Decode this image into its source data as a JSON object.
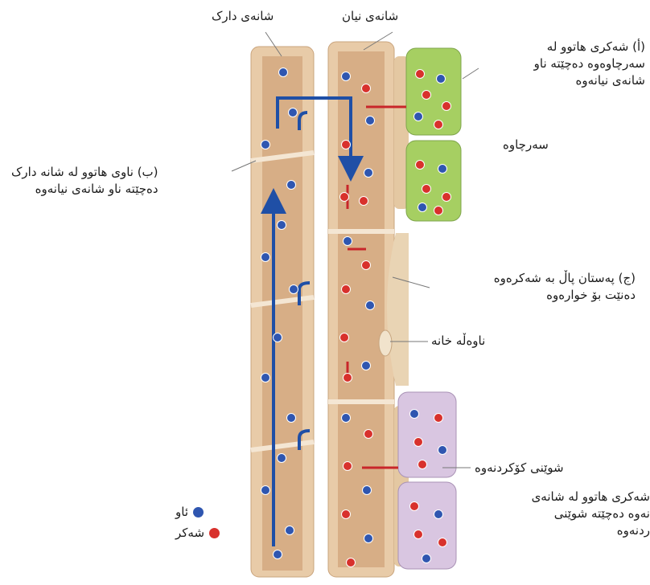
{
  "labels": {
    "xylem": "شانەی دارک",
    "phloem": "شانەی نیان",
    "a_lines": [
      "(أ) شەکری هاتوو لە",
      "سەرچاوەوە دەچێتە ناو",
      "شانەی نیانەوە"
    ],
    "source": "سەرچاوە",
    "b_lines": [
      "(ب) ناوی هاتوو لە شانە دارک",
      "دەچێتە ناو شانەی نیانەوە"
    ],
    "c_lines": [
      "(ج) پەستان پاڵ بە شەکرەوە",
      "دەنێت بۆ خوارەوە"
    ],
    "nucleus": "ناوەڵە خانە",
    "sink": "شوێنی کۆکردنەوە",
    "d_lines": [
      "شەکری هاتوو لە شانەی",
      "نەوە دەچێتە شوێنی",
      "ردنەوە"
    ]
  },
  "legend": {
    "water": "ئاو",
    "sugar": "شەکر"
  },
  "colors": {
    "water": "#2f56b0",
    "sugar": "#d8312c",
    "xylem_wall": "#efd9bd",
    "xylem_fill": "#d9b48f",
    "source_cell": "#a6cf62",
    "sink_cell": "#d9c6e1",
    "arrow_blue": "#1f4fa6",
    "arrow_red": "#c8262a"
  }
}
